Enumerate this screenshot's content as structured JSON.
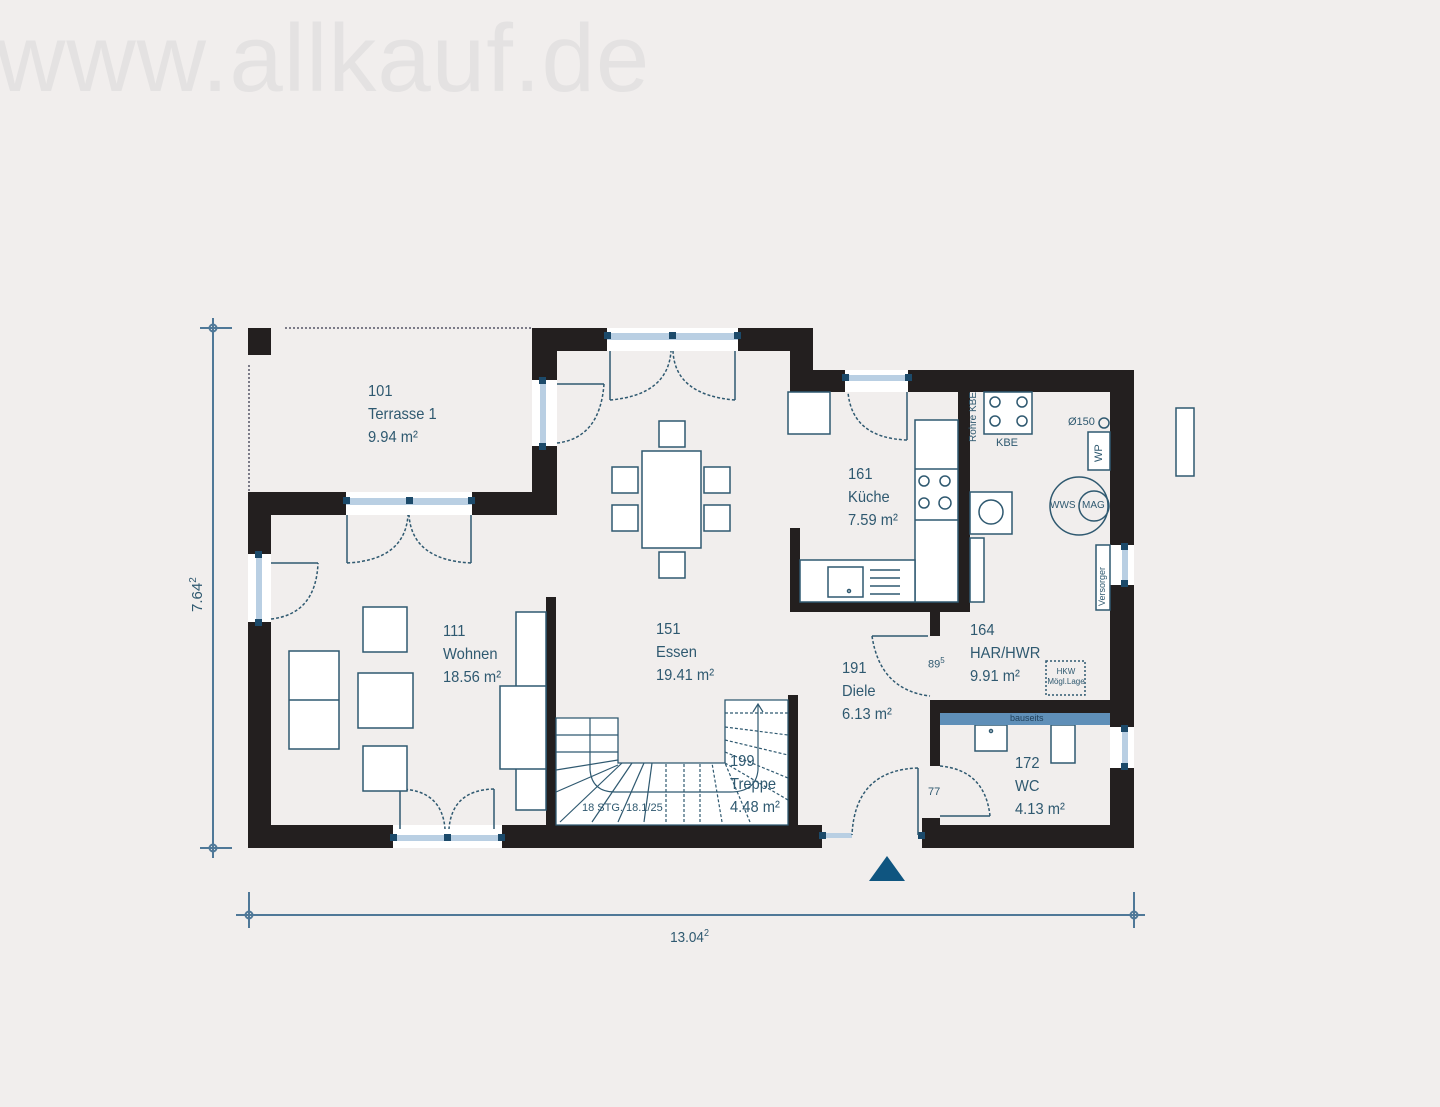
{
  "watermark": "www.allkauf.de",
  "colors": {
    "background": "#f1eeed",
    "wall": "#231f1f",
    "line": "#2f5970",
    "window_glass": "#b9cfe3",
    "entrance_marker": "#0f5580",
    "bauseits_bar": "#5f8fb8"
  },
  "rooms": [
    {
      "id": "101",
      "name": "Terrasse 1",
      "area": "9.94 m²"
    },
    {
      "id": "111",
      "name": "Wohnen",
      "area": "18.56 m²"
    },
    {
      "id": "151",
      "name": "Essen",
      "area": "19.41 m²"
    },
    {
      "id": "161",
      "name": "Küche",
      "area": "7.59 m²"
    },
    {
      "id": "164",
      "name": "HAR/HWR",
      "area": "9.91 m²"
    },
    {
      "id": "191",
      "name": "Diele",
      "area": "6.13 m²"
    },
    {
      "id": "172",
      "name": "WC",
      "area": "4.13 m²"
    },
    {
      "id": "199",
      "name": "Treppe",
      "area": "4.48 m²"
    }
  ],
  "annotations": {
    "stairs": "18 STG. 18.1/25",
    "rohre_kbe": "Rohre KBE",
    "kbe": "KBE",
    "flue": "Ø150",
    "wp": "WP",
    "wws": "WWS",
    "mag": "MAG",
    "versorger": "Versorger",
    "hkw_1": "HKW",
    "hkw_2": "Mögl.Lage",
    "bauseits": "bauseits",
    "door_width_diele": "89",
    "door_width_diele_sup": "5",
    "door_width_wc": "77"
  },
  "dimensions": {
    "width": "13.04",
    "width_sup": "2",
    "height": "7.64",
    "height_sup": "2"
  }
}
